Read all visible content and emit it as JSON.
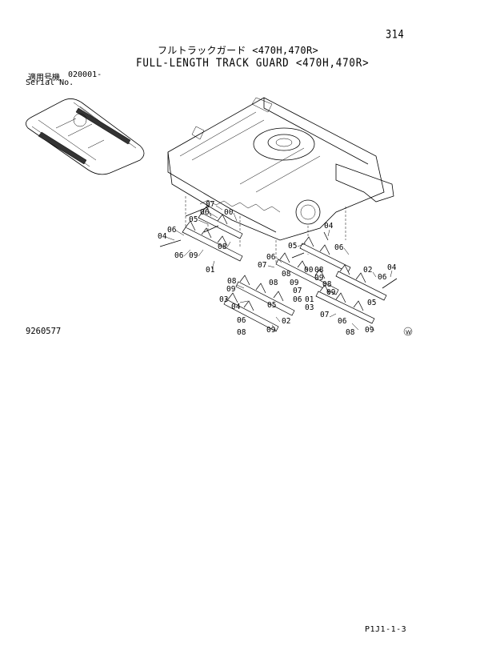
{
  "page": {
    "page_number": "314",
    "title_jp": "フルトラックガード <470H,470R>",
    "title_en": "FULL-LENGTH TRACK GUARD <470H,470R>",
    "serial_label_jp": "適用号機",
    "serial_value": "020001-",
    "serial_label_en": "Serial No.",
    "drawing_number": "9260577",
    "footer_code": "P1J1-1-3",
    "stamp_letter": "W"
  },
  "callouts": {
    "c01a": "01",
    "c01b": "01",
    "c02a": "02",
    "c02b": "02",
    "c03a": "03",
    "c03b": "03",
    "c04a": "04",
    "c04b": "04",
    "c04c": "04",
    "c04d": "04",
    "c05a": "05",
    "c05b": "05",
    "c05c": "05",
    "c05d": "05",
    "c06a": "06",
    "c06b": "06",
    "c06c": "06",
    "c06d": "06",
    "c06e": "06",
    "c06f": "06",
    "c06g": "06",
    "c06h": "06",
    "c07a": "07",
    "c07b": "07",
    "c07c": "07",
    "c07d": "07",
    "c08a": "08",
    "c08b": "08",
    "c08c": "08",
    "c08d": "08",
    "c08e": "08",
    "c08f": "08",
    "c08g": "08",
    "c09a": "09",
    "c09b": "09",
    "c09c": "09",
    "c09d": "09",
    "c09e": "09",
    "c09f": "09",
    "c09g": "09",
    "c00a": "00",
    "c00b": "00"
  }
}
